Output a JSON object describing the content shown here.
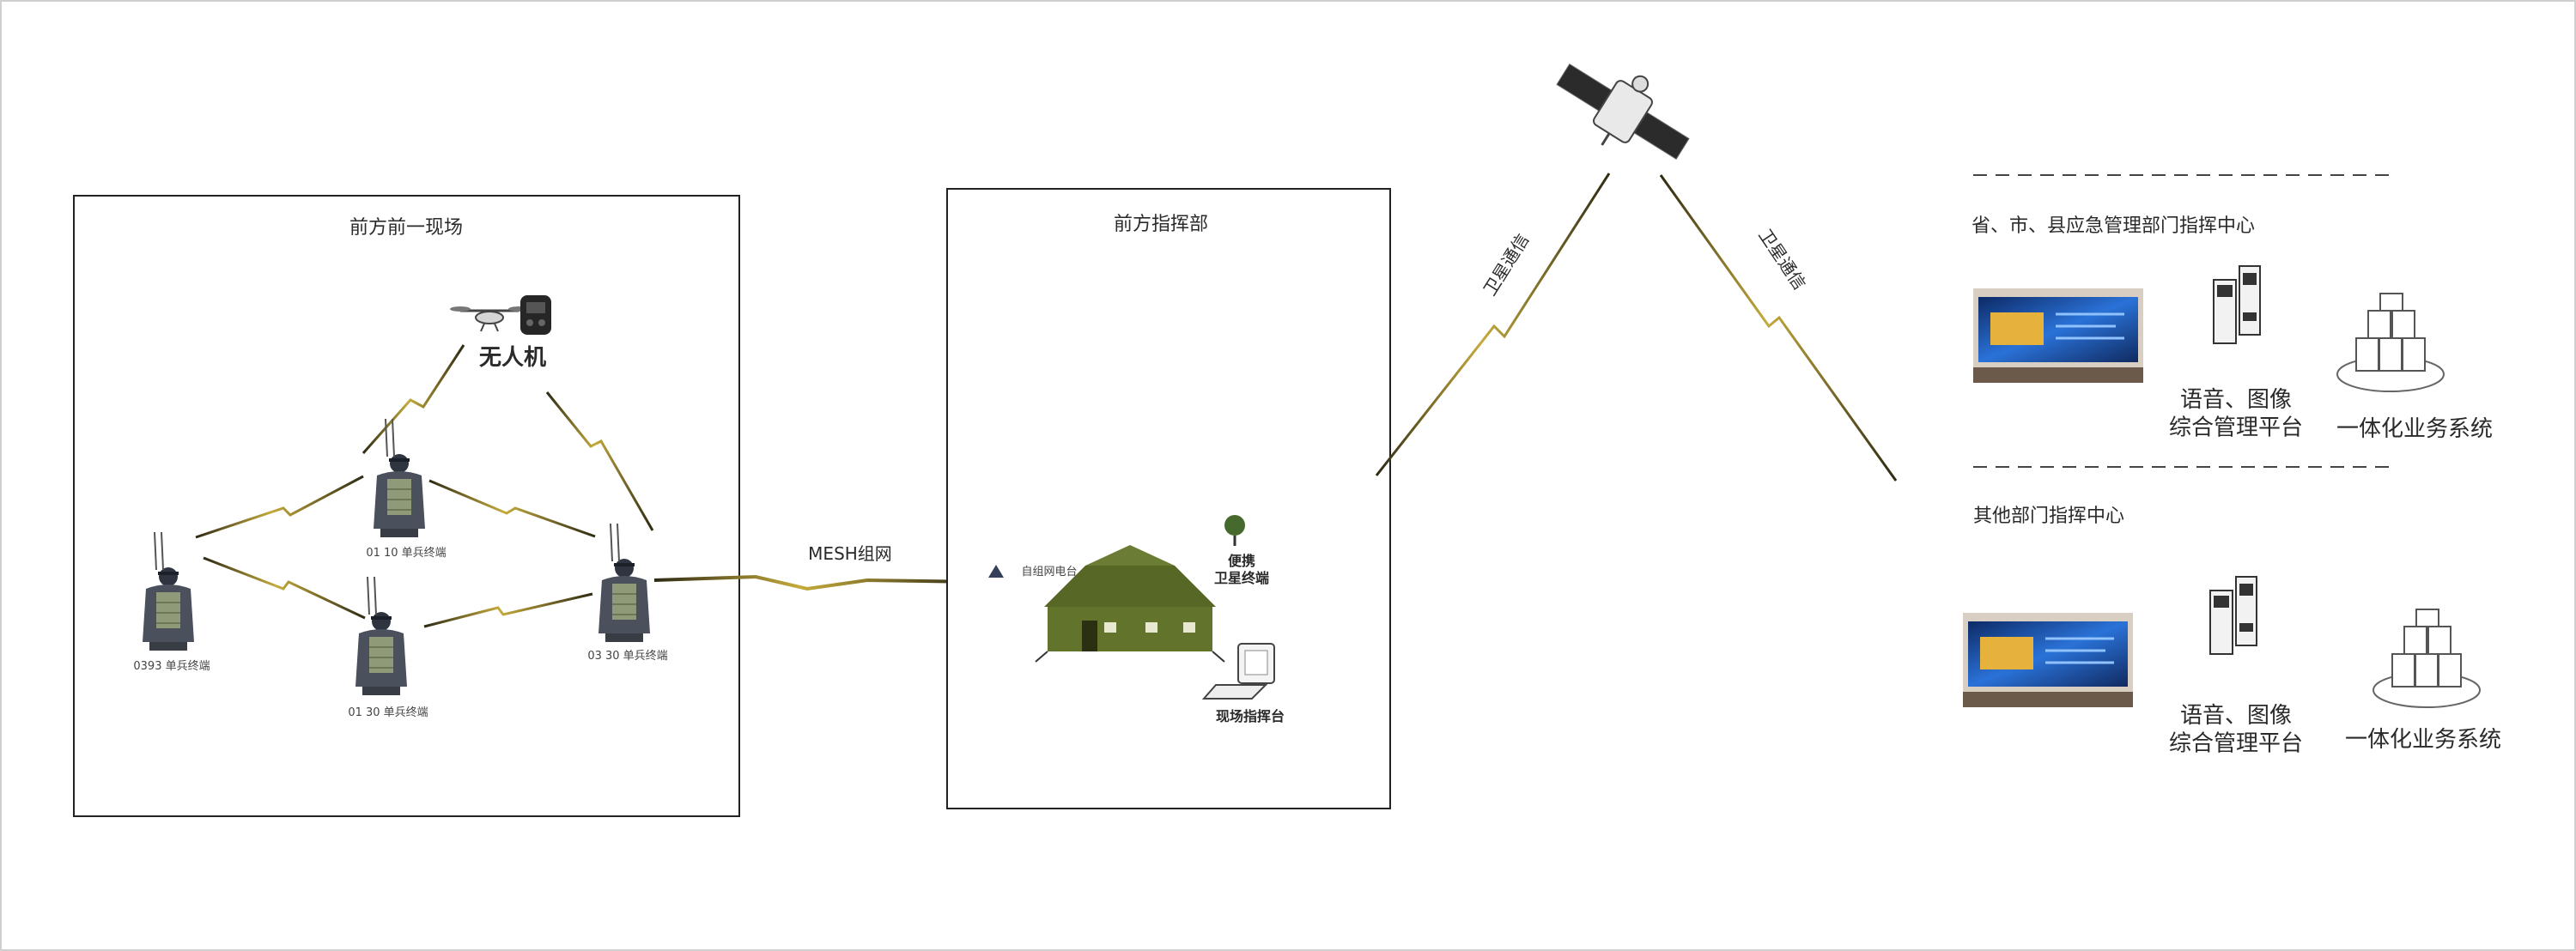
{
  "left_panel": {
    "title": "前方前一现场",
    "uav_label": "无人机",
    "soldiers": [
      {
        "label": "01 10 单兵终端"
      },
      {
        "label": "0393 单兵终端"
      },
      {
        "label": "03 30 单兵终端"
      },
      {
        "label": "01 30 单兵终端"
      }
    ]
  },
  "mid_panel": {
    "title": "前方指挥部",
    "mesh_label": "MESH组网",
    "antenna_label": "自组网电台",
    "sat_station_label": "便携\n卫星终端",
    "console_label": "现场指挥台"
  },
  "satellite_links": {
    "left_label": "卫星通信",
    "right_label": "卫星通信"
  },
  "right_top": {
    "title": "省、市、县应急管理部门指挥中心",
    "platform_label": "语音、图像\n综合管理平台",
    "system_label": "一体化业务系统"
  },
  "right_bottom": {
    "title": "其他部门指挥中心",
    "platform_label": "语音、图像\n综合管理平台",
    "system_label": "一体化业务系统"
  },
  "colors": {
    "link_dark": "#2e2a14",
    "link_gold": "#b39a2a",
    "tent": "#5f6f2e",
    "screen_blue": "#1f5fc0",
    "frame": "#222222"
  },
  "icons": [
    "drone-icon",
    "controller-icon",
    "soldier-icon",
    "tent-icon",
    "satellite-dish-icon",
    "computer-icon",
    "satellite-icon",
    "video-wall-icon",
    "server-icon",
    "database-icon"
  ]
}
